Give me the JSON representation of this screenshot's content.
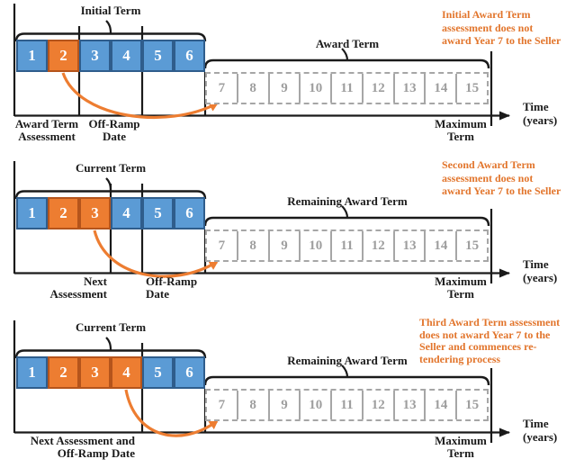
{
  "colors": {
    "term_year_blue": "#5B9BD5",
    "assessed_year_orange": "#ED7D31",
    "option_year_gray": "#9E9E9E",
    "annotation_orange": "#E2752C",
    "line_black": "#1A1A1A"
  },
  "axis": {
    "time_label_lines": [
      "Time",
      "(years)"
    ],
    "maximum_term_lines": [
      "Maximum",
      "Term"
    ]
  },
  "panels": [
    {
      "id": "initial-award-term-assessment",
      "term_brace_label": "Initial Term",
      "award_brace_label": "Award Term",
      "term_cells": [
        {
          "label": "1",
          "assessed": false
        },
        {
          "label": "2",
          "assessed": true
        },
        {
          "label": "3",
          "assessed": false
        },
        {
          "label": "4",
          "assessed": false
        },
        {
          "label": "5",
          "assessed": false
        },
        {
          "label": "6",
          "assessed": false
        }
      ],
      "option_cells": [
        "7",
        "8",
        "9",
        "10",
        "11",
        "12",
        "13",
        "14",
        "15"
      ],
      "milestones": [
        {
          "lines": [
            "Award Term",
            "Assessment"
          ]
        },
        {
          "lines": [
            "Off-Ramp",
            "Date"
          ]
        }
      ],
      "annotation_lines": [
        "Initial Award Term",
        "assessment does not",
        "award Year 7 to the Seller"
      ]
    },
    {
      "id": "second-award-term-assessment",
      "term_brace_label": "Current Term",
      "award_brace_label": "Remaining Award Term",
      "term_cells": [
        {
          "label": "1",
          "assessed": false
        },
        {
          "label": "2",
          "assessed": true
        },
        {
          "label": "3",
          "assessed": true
        },
        {
          "label": "4",
          "assessed": false
        },
        {
          "label": "5",
          "assessed": false
        },
        {
          "label": "6",
          "assessed": false
        }
      ],
      "option_cells": [
        "7",
        "8",
        "9",
        "10",
        "11",
        "12",
        "13",
        "14",
        "15"
      ],
      "milestones": [
        {
          "lines": [
            "Next",
            "Assessment"
          ]
        },
        {
          "lines": [
            "Off-Ramp",
            "Date"
          ]
        }
      ],
      "annotation_lines": [
        "Second Award Term",
        "assessment does not",
        "award Year 7 to the Seller"
      ]
    },
    {
      "id": "third-award-term-assessment",
      "term_brace_label": "Current Term",
      "award_brace_label": "Remaining Award Term",
      "term_cells": [
        {
          "label": "1",
          "assessed": false
        },
        {
          "label": "2",
          "assessed": true
        },
        {
          "label": "3",
          "assessed": true
        },
        {
          "label": "4",
          "assessed": true
        },
        {
          "label": "5",
          "assessed": false
        },
        {
          "label": "6",
          "assessed": false
        }
      ],
      "option_cells": [
        "7",
        "8",
        "9",
        "10",
        "11",
        "12",
        "13",
        "14",
        "15"
      ],
      "milestones": [
        {
          "lines": [
            "Next Assessment and",
            "Off-Ramp Date"
          ]
        }
      ],
      "annotation_lines": [
        "Third Award Term assessment",
        "does not award Year 7 to the",
        "Seller and commences re-",
        "tendering process"
      ]
    }
  ]
}
